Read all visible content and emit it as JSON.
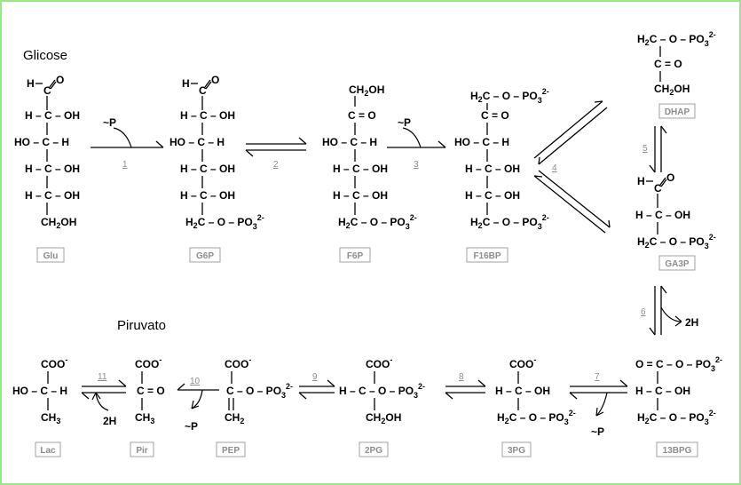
{
  "colors": {
    "border": "#9be58a",
    "label_box": "#a0a0a0",
    "label_text": "#8c8c8c",
    "ink": "#000000",
    "step_number": "#8c8c8c"
  },
  "captions": {
    "start": "Glicose",
    "pyruvate": "Piruvato"
  },
  "labels": [
    "Glu",
    "G6P",
    "F6P",
    "F16BP",
    "DHAP",
    "GA3P",
    "13BPG",
    "3PG",
    "2PG",
    "PEP",
    "Pir",
    "Lac"
  ],
  "steps": [
    "1",
    "2",
    "3",
    "4",
    "5",
    "6",
    "7",
    "8",
    "9",
    "10",
    "11"
  ],
  "cofactors": {
    "p": "~P",
    "h": "2H"
  },
  "structures": {
    "glu": [
      "H-C=O",
      "H-C-OH",
      "HO-C-H",
      "H-C-OH",
      "H-C-OH",
      "CH2OH"
    ],
    "g6p": [
      "H-C=O",
      "H-C-OH",
      "HO-C-H",
      "H-C-OH",
      "H-C-OH",
      "H2C-O-PO3 2-"
    ],
    "f6p": [
      "CH2OH",
      "C=O",
      "HO-C-H",
      "H-C-OH",
      "H-C-OH",
      "H2C-O-PO3 2-"
    ],
    "f16bp": [
      "H2C-O-PO3 2-",
      "C=O",
      "HO-C-H",
      "H-C-OH",
      "H-C-OH",
      "H2C-O-PO3 2-"
    ],
    "dhap": [
      "H2C-O-PO3 2-",
      "C=O",
      "CH2OH"
    ],
    "ga3p": [
      "H-C=O",
      "H-C-OH",
      "H2C-O-PO3 2-"
    ],
    "bpg13": [
      "O=C-O-PO3 2-",
      "H-C-OH",
      "H2C-O-PO3 2-"
    ],
    "pg3": [
      "COO-",
      "H-C-OH",
      "H2C-O-PO3 2-"
    ],
    "pg2": [
      "COO-",
      "H-C-O-PO3 2-",
      "CH2OH"
    ],
    "pep": [
      "COO-",
      "C-O-PO3 2-",
      "CH2"
    ],
    "pir": [
      "COO-",
      "C=O",
      "CH3"
    ],
    "lac": [
      "COO-",
      "HO-C-H",
      "CH3"
    ]
  }
}
